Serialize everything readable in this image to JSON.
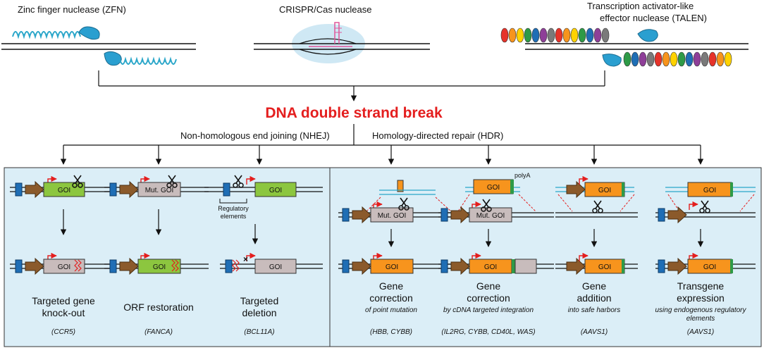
{
  "nucleases": {
    "zfn": "Zinc finger nuclease (ZFN)",
    "crispr": "CRISPR/Cas nuclease",
    "talen_1": "Transcription activator-like",
    "talen_2": "effector nuclease (TALEN)"
  },
  "dsb": "DNA double strand break",
  "pathways": {
    "nhej": "Non-homologous end joining (NHEJ)",
    "hdr": "Homology-directed repair (HDR)"
  },
  "gene_labels": {
    "goi": "GOI",
    "mut_goi": "Mut. GOI",
    "polya": "polyA",
    "regulatory_1": "Regulatory",
    "regulatory_2": "elements"
  },
  "outcomes": [
    {
      "title_1": "Targeted gene",
      "title_2": "knock-out",
      "subtitle": "",
      "genes": "(CCR5)"
    },
    {
      "title_1": "ORF restoration",
      "title_2": "",
      "subtitle": "",
      "genes": "(FANCA)"
    },
    {
      "title_1": "Targeted",
      "title_2": "deletion",
      "subtitle": "",
      "genes": "(BCL11A)"
    },
    {
      "title_1": "Gene",
      "title_2": "correction",
      "subtitle": "of point mutation",
      "genes": "(HBB, CYBB)"
    },
    {
      "title_1": "Gene",
      "title_2": "correction",
      "subtitle": "by cDNA targeted integration",
      "genes": "(IL2RG, CYBB, CD40L, WAS)"
    },
    {
      "title_1": "Gene",
      "title_2": "addition",
      "subtitle": "into safe harbors",
      "genes": "(AAVS1)"
    },
    {
      "title_1": "Transgene",
      "title_2": "expression",
      "subtitle": "using endogenous regulatory",
      "subtitle_2": "elements",
      "genes": "(AAVS1)"
    }
  ],
  "colors": {
    "red": "#e41e1e",
    "panel": "#dbeef7",
    "green": "#8cc63f",
    "orange": "#f7941d",
    "grey": "#c8bcbc",
    "arrow_brown": "#8b5a2b",
    "promoter_blue": "#1f6eb5",
    "cas_teal": "#2aa6c9"
  }
}
